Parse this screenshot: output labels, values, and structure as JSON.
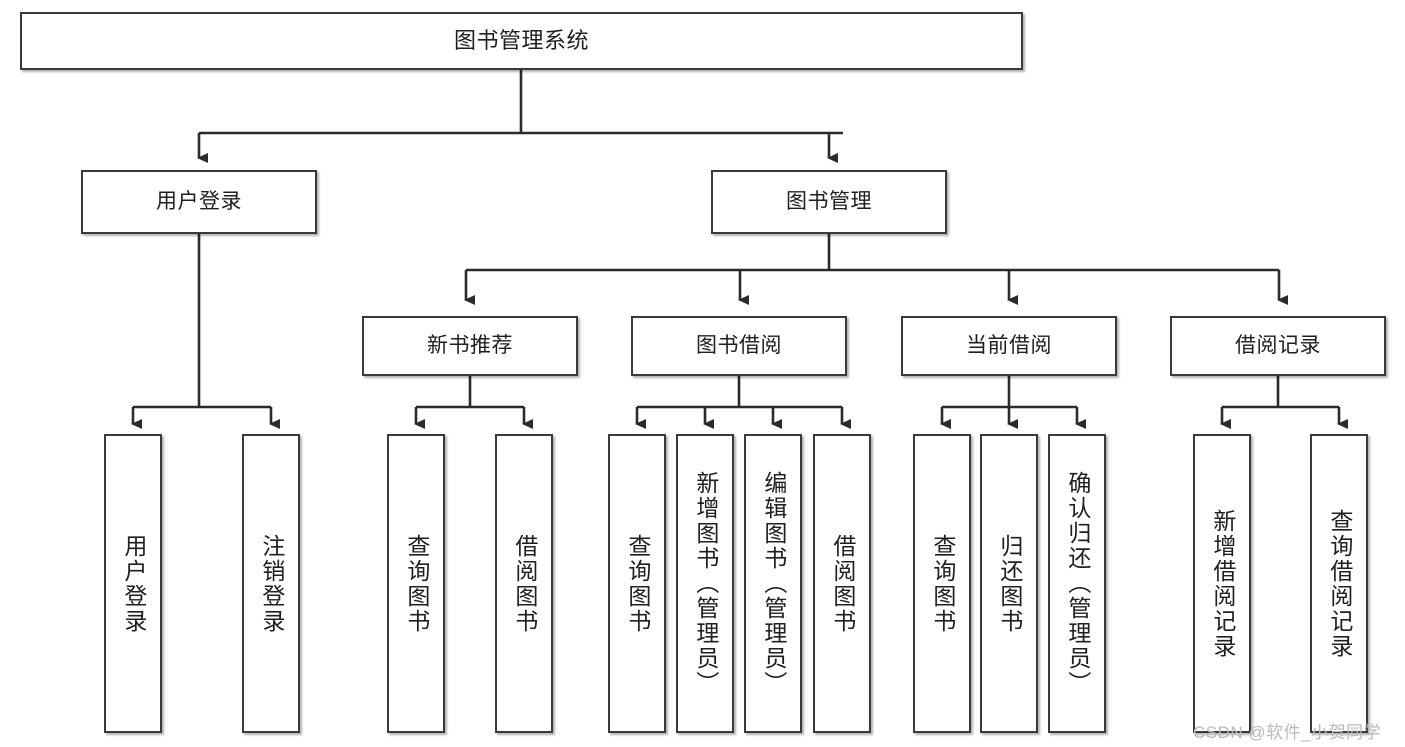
{
  "diagram": {
    "title": "图书管理系统",
    "type": "tree-hierarchy-diagram",
    "colors": {
      "box_border": "#3a3a3a",
      "box_fill": "#ffffff",
      "connector": "#2b2b2b",
      "text": "#202020",
      "watermark": "#b9b9b9",
      "background": "#ffffff"
    },
    "watermark": "CSDN @软件_小贺同学",
    "nodes": {
      "root": {
        "label": "图书管理系统"
      },
      "level1": [
        {
          "id": "user-login",
          "label": "用户登录"
        },
        {
          "id": "book-management",
          "label": "图书管理"
        }
      ],
      "level2": [
        {
          "id": "new-book-recommend",
          "label": "新书推荐"
        },
        {
          "id": "book-borrow",
          "label": "图书借阅"
        },
        {
          "id": "current-borrow",
          "label": "当前借阅"
        },
        {
          "id": "borrow-record",
          "label": "借阅记录"
        }
      ],
      "leaves": {
        "user-login": [
          {
            "id": "leaf-user-login",
            "label": "用户登录"
          },
          {
            "id": "leaf-logout-login",
            "label": "注销登录"
          }
        ],
        "new-book-recommend": [
          {
            "id": "leaf-query-book-1",
            "label": "查询图书"
          },
          {
            "id": "leaf-borrow-book-1",
            "label": "借阅图书"
          }
        ],
        "book-borrow": [
          {
            "id": "leaf-query-book-2",
            "label": "查询图书"
          },
          {
            "id": "leaf-add-book",
            "label": "新增图书（管理员）"
          },
          {
            "id": "leaf-edit-book",
            "label": "编辑图书（管理员）"
          },
          {
            "id": "leaf-borrow-book-2",
            "label": "借阅图书"
          }
        ],
        "current-borrow": [
          {
            "id": "leaf-query-book-3",
            "label": "查询图书"
          },
          {
            "id": "leaf-return-book",
            "label": "归还图书"
          },
          {
            "id": "leaf-confirm-return",
            "label": "确认归还（管理员）"
          }
        ],
        "borrow-record": [
          {
            "id": "leaf-add-record",
            "label": "新增借阅记录"
          },
          {
            "id": "leaf-query-record",
            "label": "查询借阅记录"
          }
        ]
      }
    }
  }
}
